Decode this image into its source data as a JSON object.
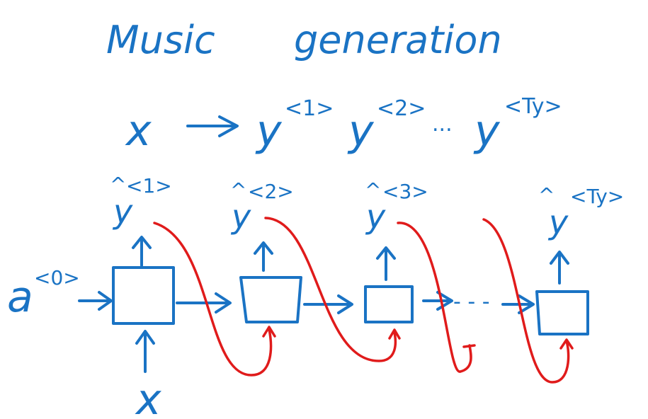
{
  "title": {
    "word1": "Music",
    "word2": "generation"
  },
  "mapping": {
    "input": "x",
    "outputs": [
      {
        "base": "y",
        "sup": "<1>"
      },
      {
        "base": "y",
        "sup": "<2>"
      },
      {
        "ellipsis": "..."
      },
      {
        "base": "y",
        "sup": "<Ty>"
      }
    ]
  },
  "rnn": {
    "initial_activation": {
      "base": "a",
      "sup": "<0>"
    },
    "input": "x",
    "ellipsis": "- - -",
    "cells": [
      {
        "hat": "^",
        "base": "y",
        "sup": "<1>"
      },
      {
        "hat": "^",
        "base": "y",
        "sup": "<2>"
      },
      {
        "hat": "^",
        "base": "y",
        "sup": "<3>"
      },
      {
        "hat": "^",
        "base": "y",
        "sup": "<Ty>"
      }
    ]
  },
  "colors": {
    "ink": "#1a73c4",
    "feedback": "#e01b1b"
  }
}
